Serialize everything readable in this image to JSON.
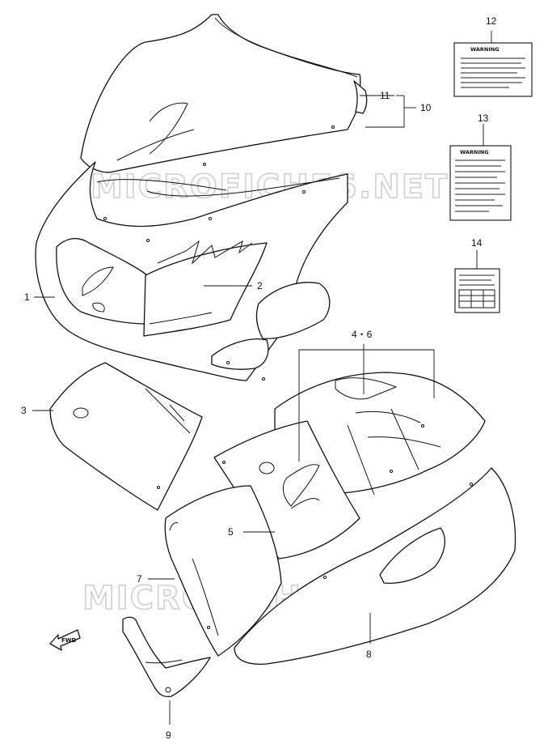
{
  "diagram": {
    "watermark": "MICROFICHES.NET",
    "forward_label": "FWD",
    "warning_label_title": "WARNING",
    "callouts": {
      "c1": "1",
      "c2": "2",
      "c3": "3",
      "c4_6": "4・6",
      "c5": "5",
      "c7": "7",
      "c8": "8",
      "c9": "9",
      "c10": "10",
      "c11": "11",
      "c12": "12",
      "c13": "13",
      "c14": "14"
    }
  }
}
